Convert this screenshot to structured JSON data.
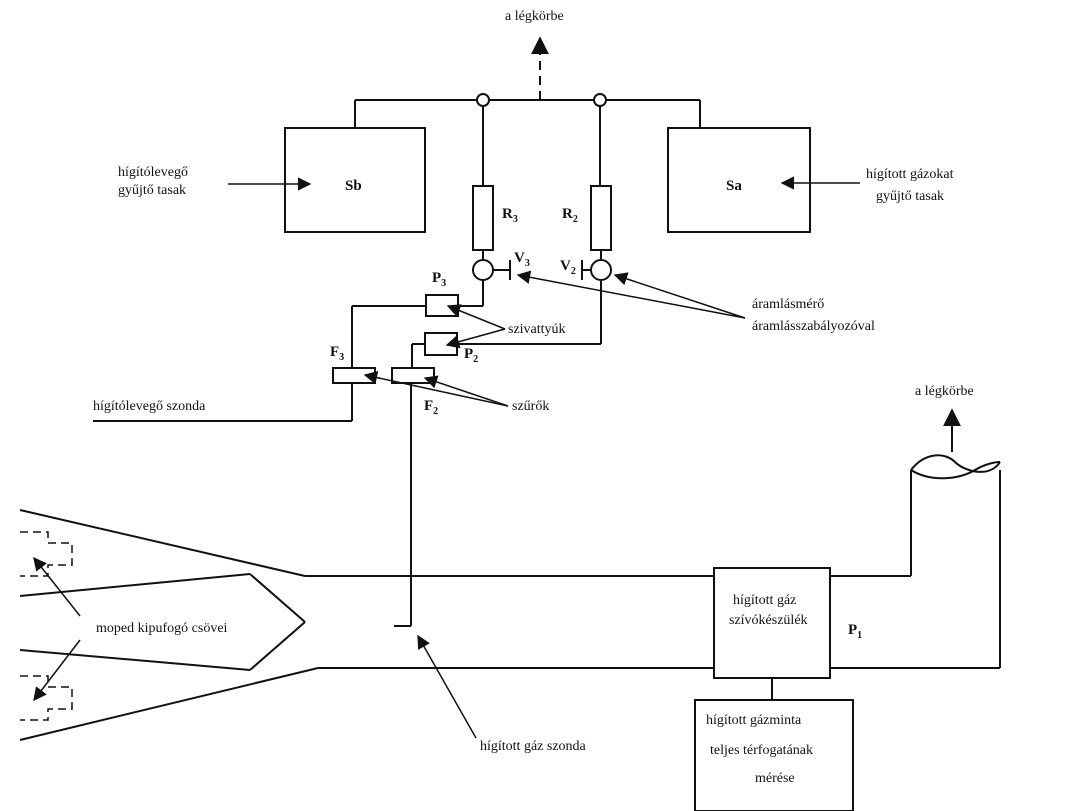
{
  "labels": {
    "atmosphere_top": "a légkörbe",
    "atmosphere_right": "a légkörbe",
    "dilution_bag": [
      "hígítólevegő",
      "gyűjtő tasak"
    ],
    "diluted_bag": [
      "hígított gázokat",
      "gyűjtő tasak"
    ],
    "bag_sb": "Sb",
    "bag_sa": "Sa",
    "r3": "R",
    "r3_sub": "3",
    "r2": "R",
    "r2_sub": "2",
    "v3": "V",
    "v3_sub": "3",
    "v2": "V",
    "v2_sub": "2",
    "p3": "P",
    "p3_sub": "3",
    "p2": "P",
    "p2_sub": "2",
    "f3": "F",
    "f3_sub": "3",
    "f2": "F",
    "f2_sub": "2",
    "p1": "P",
    "p1_sub": "1",
    "pumps": "szivattyúk",
    "filters": "szűrők",
    "flowmeter": [
      "áramlásmérő",
      "áramlásszabályozóval"
    ],
    "dilution_probe": "hígítólevegő szonda",
    "moped_pipes": "moped kipufogó csövei",
    "diluted_gas_probe": "hígított gáz szonda",
    "suction_device": [
      "hígított gáz",
      "szívókészülék"
    ],
    "volume_measure": [
      "hígított gázminta",
      "teljes térfogatának",
      "mérése"
    ]
  }
}
